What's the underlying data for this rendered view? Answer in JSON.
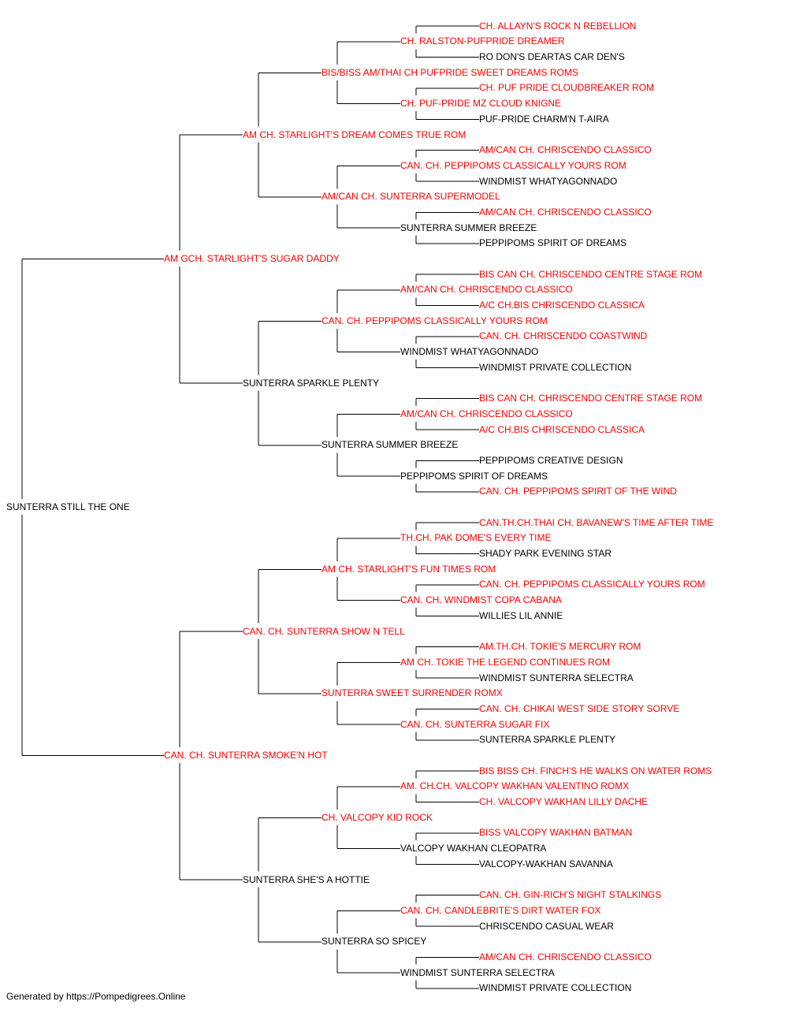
{
  "colors": {
    "titled": "#ff0000",
    "plain": "#000000",
    "line": "#000000"
  },
  "pedigree": {
    "name": "SUNTERRA STILL THE ONE",
    "titled": false,
    "sire": {
      "name": "AM GCH. STARLIGHT'S SUGAR DADDY",
      "titled": true,
      "sire": {
        "name": "AM CH. STARLIGHT'S DREAM COMES TRUE ROM",
        "titled": true,
        "sire": {
          "name": "BIS/BISS AM/THAI CH PUFPRIDE SWEET DREAMS ROMS",
          "titled": true,
          "sire": {
            "name": "CH. RALSTON-PUFPRIDE DREAMER",
            "titled": true,
            "sire": {
              "name": "CH. ALLAYN'S ROCK N REBELLION",
              "titled": true
            },
            "dam": {
              "name": "RO DON'S DEARTAS CAR DEN'S",
              "titled": false
            }
          },
          "dam": {
            "name": "CH. PUF-PRIDE MZ CLOUD KNIGNE",
            "titled": true,
            "sire": {
              "name": "CH. PUF PRIDE CLOUDBREAKER ROM",
              "titled": true
            },
            "dam": {
              "name": "PUF-PRIDE CHARM'N T-AIRA",
              "titled": false
            }
          }
        },
        "dam": {
          "name": "AM/CAN CH. SUNTERRA SUPERMODEL",
          "titled": true,
          "sire": {
            "name": "CAN. CH. PEPPIPOMS CLASSICALLY YOURS ROM",
            "titled": true,
            "sire": {
              "name": "AM/CAN CH. CHRISCENDO CLASSICO",
              "titled": true
            },
            "dam": {
              "name": "WINDMIST WHATYAGONNADO",
              "titled": false
            }
          },
          "dam": {
            "name": "SUNTERRA SUMMER BREEZE",
            "titled": false,
            "sire": {
              "name": "AM/CAN CH. CHRISCENDO CLASSICO",
              "titled": true
            },
            "dam": {
              "name": "PEPPIPOMS SPIRIT OF DREAMS",
              "titled": false
            }
          }
        }
      },
      "dam": {
        "name": "SUNTERRA SPARKLE PLENTY",
        "titled": false,
        "sire": {
          "name": "CAN. CH. PEPPIPOMS CLASSICALLY YOURS ROM",
          "titled": true,
          "sire": {
            "name": "AM/CAN CH. CHRISCENDO CLASSICO",
            "titled": true,
            "sire": {
              "name": "BIS CAN CH. CHRISCENDO CENTRE STAGE ROM",
              "titled": true
            },
            "dam": {
              "name": "A/C CH.BIS CHRISCENDO CLASSICA",
              "titled": true
            }
          },
          "dam": {
            "name": "WINDMIST WHATYAGONNADO",
            "titled": false,
            "sire": {
              "name": "CAN. CH. CHRISCENDO COASTWIND",
              "titled": true
            },
            "dam": {
              "name": "WINDMIST PRIVATE COLLECTION",
              "titled": false
            }
          }
        },
        "dam": {
          "name": "SUNTERRA SUMMER BREEZE",
          "titled": false,
          "sire": {
            "name": "AM/CAN CH. CHRISCENDO CLASSICO",
            "titled": true,
            "sire": {
              "name": "BIS CAN CH. CHRISCENDO CENTRE STAGE ROM",
              "titled": true
            },
            "dam": {
              "name": "A/C CH.BIS CHRISCENDO CLASSICA",
              "titled": true
            }
          },
          "dam": {
            "name": "PEPPIPOMS SPIRIT OF DREAMS",
            "titled": false,
            "sire": {
              "name": "PEPPIPOMS CREATIVE DESIGN",
              "titled": false
            },
            "dam": {
              "name": "CAN. CH. PEPPIPOMS SPIRIT OF THE WIND",
              "titled": true
            }
          }
        }
      }
    },
    "dam": {
      "name": "CAN. CH. SUNTERRA SMOKE'N HOT",
      "titled": true,
      "sire": {
        "name": "CAN. CH. SUNTERRA SHOW N TELL",
        "titled": true,
        "sire": {
          "name": "AM CH. STARLIGHT'S FUN TIMES ROM",
          "titled": true,
          "sire": {
            "name": "TH.CH. PAK DOME'S EVERY TIME",
            "titled": true,
            "sire": {
              "name": "CAN.TH.CH.THAI CH. BAVANEW'S TIME AFTER TIME",
              "titled": true
            },
            "dam": {
              "name": "SHADY PARK EVENING STAR",
              "titled": false
            }
          },
          "dam": {
            "name": "CAN. CH. WINDMIST COPA CABANA",
            "titled": true,
            "sire": {
              "name": "CAN. CH. PEPPIPOMS CLASSICALLY YOURS ROM",
              "titled": true
            },
            "dam": {
              "name": "WILLIES LIL ANNIE",
              "titled": false
            }
          }
        },
        "dam": {
          "name": "SUNTERRA SWEET SURRENDER ROMX",
          "titled": true,
          "sire": {
            "name": "AM CH. TOKIE THE LEGEND CONTINUES ROM",
            "titled": true,
            "sire": {
              "name": "AM.TH.CH. TOKIE'S MERCURY ROM",
              "titled": true
            },
            "dam": {
              "name": "WINDMIST SUNTERRA SELECTRA",
              "titled": false
            }
          },
          "dam": {
            "name": "CAN. CH. SUNTERRA SUGAR FIX",
            "titled": true,
            "sire": {
              "name": "CAN. CH. CHIKAI WEST SIDE STORY SORVE",
              "titled": true
            },
            "dam": {
              "name": "SUNTERRA SPARKLE PLENTY",
              "titled": false
            }
          }
        }
      },
      "dam": {
        "name": "SUNTERRA SHE'S A HOTTIE",
        "titled": false,
        "sire": {
          "name": "CH. VALCOPY KID ROCK",
          "titled": true,
          "sire": {
            "name": "AM. CH.CH. VALCOPY WAKHAN VALENTINO ROMX",
            "titled": true,
            "sire": {
              "name": "BIS BISS CH. FINCH'S HE WALKS ON WATER ROMS",
              "titled": true
            },
            "dam": {
              "name": "CH. VALCOPY WAKHAN LILLY DACHE",
              "titled": true
            }
          },
          "dam": {
            "name": "VALCOPY WAKHAN CLEOPATRA",
            "titled": false,
            "sire": {
              "name": "BISS VALCOPY WAKHAN BATMAN",
              "titled": true
            },
            "dam": {
              "name": "VALCOPY-WAKHAN SAVANNA",
              "titled": false
            }
          }
        },
        "dam": {
          "name": "SUNTERRA SO SPICEY",
          "titled": false,
          "sire": {
            "name": "CAN. CH. CANDLEBRITE'S DIRT WATER FOX",
            "titled": true,
            "sire": {
              "name": "CAN. CH. GIN-RICH'S NIGHT STALKINGS",
              "titled": true
            },
            "dam": {
              "name": "CHRISCENDO CASUAL WEAR",
              "titled": false
            }
          },
          "dam": {
            "name": "WINDMIST SUNTERRA SELECTRA",
            "titled": false,
            "sire": {
              "name": "AM/CAN CH. CHRISCENDO CLASSICO",
              "titled": true
            },
            "dam": {
              "name": "WINDMIST PRIVATE COLLECTION",
              "titled": false
            }
          }
        }
      }
    }
  },
  "footer": "Generated by https://Pompedigrees.Online"
}
